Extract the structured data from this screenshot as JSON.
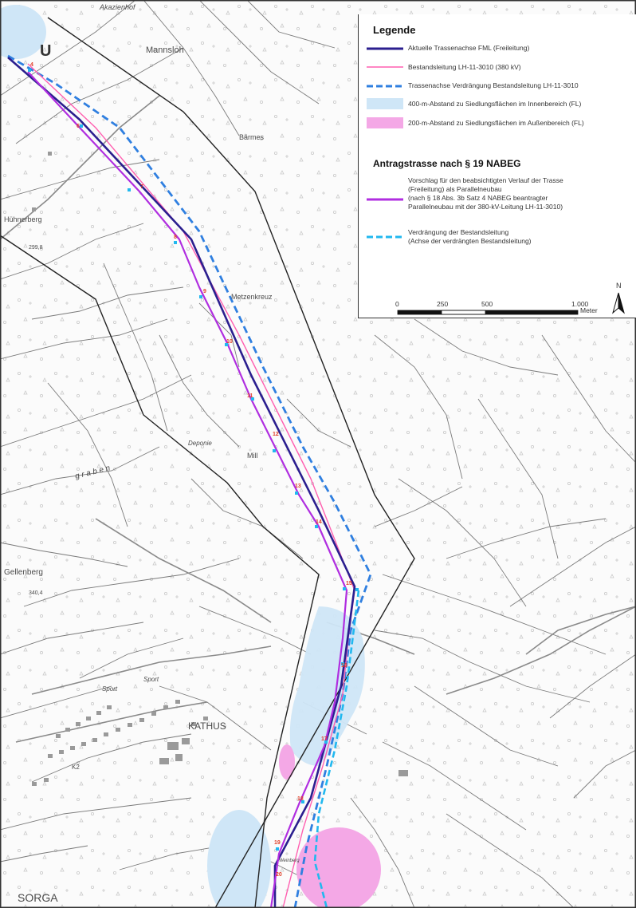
{
  "colors": {
    "axis_fml": "#2b1f8f",
    "existing_line": "#ff5fb0",
    "relocation_axis": "#2f7fe0",
    "buffer_400m": "#cfe6f7",
    "buffer_200m": "#f4a8e6",
    "proposal_parallel": "#b02ee0",
    "relocation_existing": "#21b8ef",
    "corridor": "#222222",
    "tower_label": "#e0402a"
  },
  "map": {
    "corner_label": "U",
    "places": [
      {
        "id": "akazienhof",
        "text": "Akazienhof",
        "italic": true
      },
      {
        "id": "mannsloh",
        "text": "Mannsloh",
        "italic": false
      },
      {
        "id": "baermes",
        "text": "Bärmes",
        "italic": false
      },
      {
        "id": "huehnerberg",
        "text": "Hühnerberg",
        "italic": false
      },
      {
        "id": "h2998",
        "text": "299,8",
        "italic": false
      },
      {
        "id": "metzenkreuz",
        "text": "Metzenkreuz",
        "italic": false
      },
      {
        "id": "deponie",
        "text": "Deponie",
        "italic": true
      },
      {
        "id": "miller",
        "text": "Mill",
        "italic": false
      },
      {
        "id": "graben",
        "text": "g r a b e n",
        "italic": true
      },
      {
        "id": "gellenberg",
        "text": "Gellenberg",
        "italic": false
      },
      {
        "id": "h3404",
        "text": "340,4",
        "italic": false
      },
      {
        "id": "sport1",
        "text": "Sport",
        "italic": true
      },
      {
        "id": "sport2",
        "text": "Sport",
        "italic": true
      },
      {
        "id": "kathus",
        "text": "KATHUS",
        "italic": false
      },
      {
        "id": "k2",
        "text": "K2",
        "italic": false
      },
      {
        "id": "sorga",
        "text": "SORGA",
        "italic": false
      },
      {
        "id": "weinberg",
        "text": "Weinberg",
        "italic": true
      }
    ],
    "towers": [
      "4",
      "6",
      "7",
      "8",
      "9",
      "10",
      "11",
      "12",
      "13",
      "14",
      "15",
      "16",
      "17",
      "18",
      "19",
      "20"
    ]
  },
  "legend": {
    "title": "Legende",
    "items": [
      {
        "label": "Aktuelle Trassenachse FML (Freileitung)"
      },
      {
        "label": "Bestandsleitung LH-11-3010 (380 kV)"
      },
      {
        "label": "Trassenachse Verdrängung Bestandsleitung LH-11-3010"
      },
      {
        "label": "400-m-Abstand zu Siedlungsflächen im Innenbereich (FL)"
      },
      {
        "label": "200-m-Abstand zu Siedlungsflächen im Außenbereich (FL)"
      }
    ],
    "section_title": "Antragstrasse nach § 19 NABEG",
    "proposal": {
      "lines": [
        "Vorschlag für den beabsichtigten Verlauf der Trasse",
        "(Freileitung) als Parallelneubau",
        "(nach § 18 Abs. 3b Satz 4 NABEG beantragter",
        "Parallelneubau mit der 380-kV-Leitung LH-11-3010)"
      ]
    },
    "relocation": {
      "lines": [
        "Verdrängung der Bestandsleitung",
        "(Achse der verdrängten Bestandsleitung)"
      ]
    },
    "scale": {
      "ticks": [
        "0",
        "250",
        "500",
        "1.000"
      ],
      "unit": "Meter"
    },
    "north": "N"
  }
}
